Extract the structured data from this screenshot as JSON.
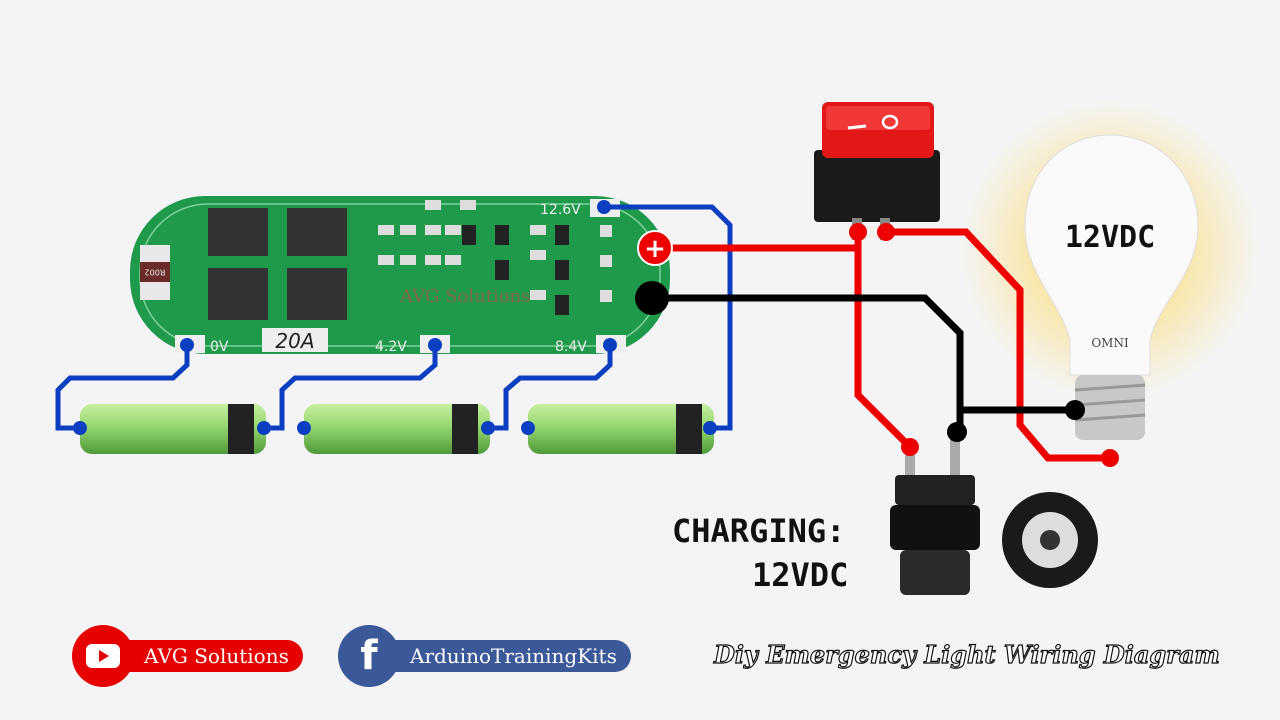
{
  "board": {
    "amp_label": "20A",
    "pads": [
      "0V",
      "4.2V",
      "8.4V",
      "12.6V"
    ],
    "watermark": "AVG Solutions",
    "resistor_code": "R002"
  },
  "terminals": {
    "plus": "+",
    "minus": "−"
  },
  "bulb": {
    "label": "12VDC",
    "brand": "OMNI"
  },
  "switch": {
    "on": "I",
    "off": "O"
  },
  "charging": {
    "line1": "CHARGING:",
    "line2": "12VDC"
  },
  "footer": {
    "youtube": "AVG Solutions",
    "facebook": "ArduinoTrainingKits",
    "title": "Diy Emergency Light Wiring Diagram"
  },
  "colors": {
    "red": "#ee0000",
    "blue": "#0b3fc0",
    "black": "#000000",
    "pcb": "#1f9a4a",
    "battery": "#8fd36a",
    "fb": "#3b5998"
  }
}
